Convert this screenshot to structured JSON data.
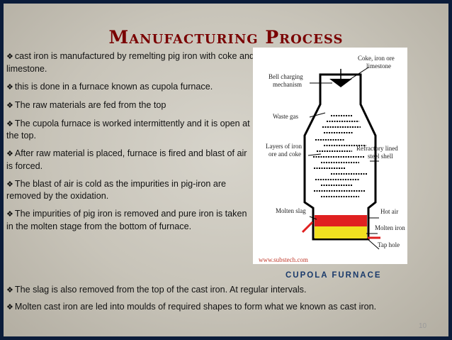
{
  "title": "Manufacturing Process",
  "bullets": [
    "cast iron is manufactured by remelting pig iron with coke and limestone.",
    "this is done in a furnace known as cupola furnace.",
    "The raw materials are fed from the top",
    "The cupola furnace is worked intermittently and it is open at the top.",
    "After raw material is placed, furnace is fired and blast of air is forced.",
    "The blast of air is cold as the impurities in pig-iron are removed by the oxidation.",
    "The impurities of pig iron is removed and pure iron is taken in the molten stage from the bottom of furnace."
  ],
  "lower_bullets": [
    "The slag is also removed from the top of the cast iron. At regular intervals.",
    "Molten cast iron are led into moulds of required shapes to form what we known as cast iron."
  ],
  "bullet_symbol": "❖",
  "figure": {
    "caption": "CUPOLA FURNACE",
    "credit": "www.substech.com",
    "labels": {
      "coke_limestone_1": "Coke, iron ore",
      "coke_limestone_2": "limestone",
      "bell_1": "Bell charging",
      "bell_2": "mechanism",
      "waste_gas": "Waste gas",
      "layers_1": "Layers of iron",
      "layers_2": "ore and coke",
      "refractory_1": "Refractory lined",
      "refractory_2": "steel shell",
      "molten_slag": "Molten slag",
      "hot_air": "Hot air",
      "molten_iron": "Molten iron",
      "tap_hole": "Tap hole"
    }
  },
  "page_number": "10",
  "colors": {
    "title": "#7a0000",
    "caption": "#1a3a6b",
    "frame": "#0b1c3a",
    "slag": "#e02020",
    "iron": "#f0e020"
  }
}
